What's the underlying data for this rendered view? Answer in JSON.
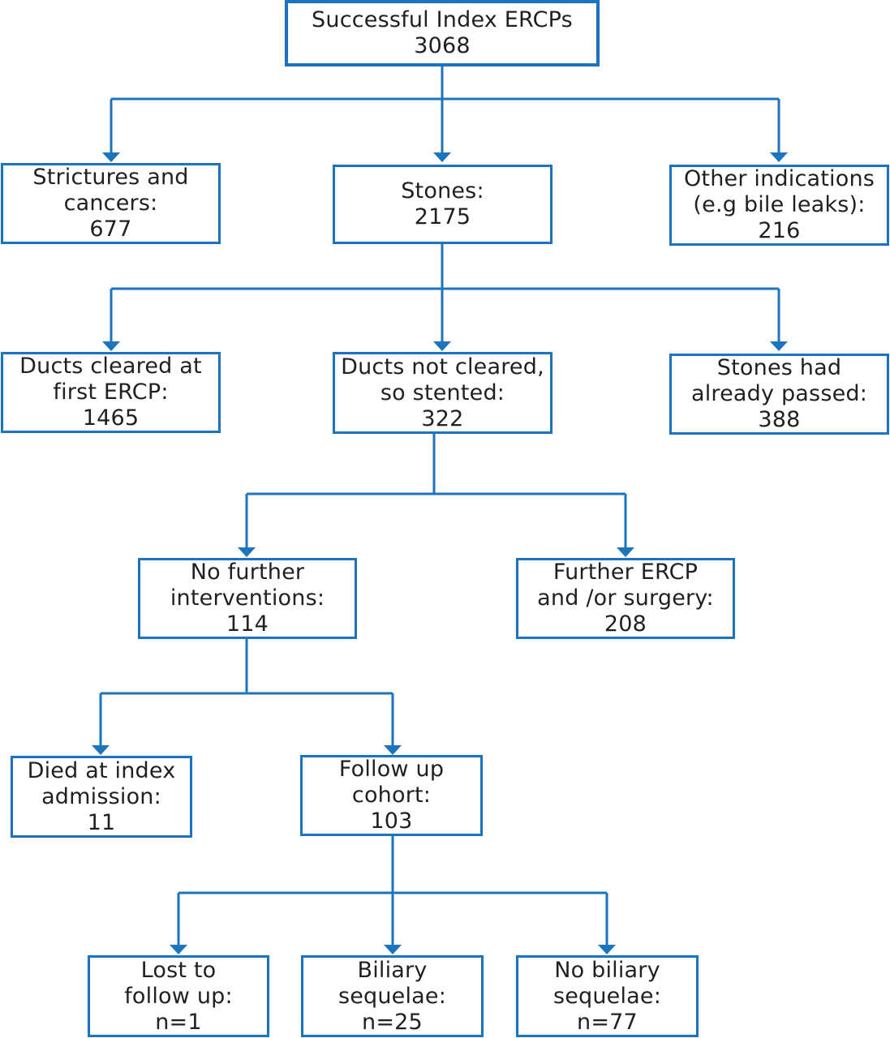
{
  "colors": {
    "line": "#1c75bc",
    "text": "#231f20"
  },
  "nodes": {
    "root": {
      "lines": [
        "Successful Index ERCPs",
        "3068"
      ]
    },
    "strictures": {
      "lines": [
        "Strictures and",
        "cancers:",
        "677"
      ]
    },
    "stones": {
      "lines": [
        "Stones:",
        "2175"
      ]
    },
    "other": {
      "lines": [
        "Other indications",
        "(e.g bile leaks):",
        "216"
      ]
    },
    "cleared": {
      "lines": [
        "Ducts cleared at",
        "first ERCP:",
        "1465"
      ]
    },
    "not_cleared": {
      "lines": [
        "Ducts not cleared,",
        "so stented:",
        "322"
      ]
    },
    "passed": {
      "lines": [
        "Stones had",
        "already passed:",
        "388"
      ]
    },
    "no_further": {
      "lines": [
        "No further",
        "interventions:",
        "114"
      ]
    },
    "further": {
      "lines": [
        "Further ERCP",
        "and /or surgery:",
        "208"
      ]
    },
    "died": {
      "lines": [
        "Died at index",
        "admission:",
        "11"
      ]
    },
    "follow_up": {
      "lines": [
        "Follow up",
        "cohort:",
        "103"
      ]
    },
    "lost": {
      "lines": [
        "Lost to",
        "follow up:",
        "n=1"
      ]
    },
    "biliary": {
      "lines": [
        "Biliary",
        "sequelae:",
        "n=25"
      ]
    },
    "no_biliary": {
      "lines": [
        "No biliary",
        "sequelae:",
        "n=77"
      ]
    }
  },
  "edges": [
    [
      "root",
      "strictures"
    ],
    [
      "root",
      "stones"
    ],
    [
      "root",
      "other"
    ],
    [
      "stones",
      "cleared"
    ],
    [
      "stones",
      "not_cleared"
    ],
    [
      "stones",
      "passed"
    ],
    [
      "not_cleared",
      "no_further"
    ],
    [
      "not_cleared",
      "further"
    ],
    [
      "no_further",
      "died"
    ],
    [
      "no_further",
      "follow_up"
    ],
    [
      "follow_up",
      "lost"
    ],
    [
      "follow_up",
      "biliary"
    ],
    [
      "follow_up",
      "no_biliary"
    ]
  ]
}
